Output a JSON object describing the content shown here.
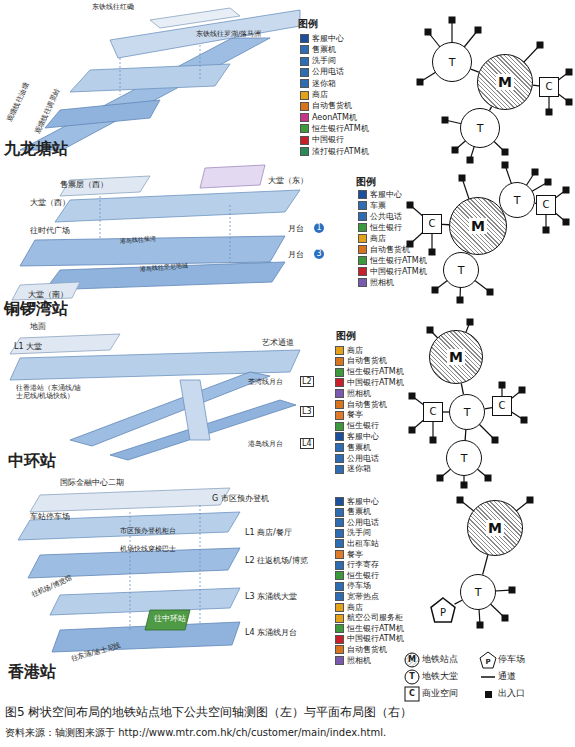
{
  "diagram": {
    "caption": "图5 树状空间布局的地铁站点地下公共空间轴测图（左）与平面布局图（右）",
    "nodes": [
      {
        "text": [
          "T"
        ]
      },
      {
        "text": [
          "M"
        ]
      },
      {
        "text": [
          "C"
        ]
      },
      {
        "text": [
          "T"
        ]
      },
      {
        "text": [
          "T"
        ]
      },
      {
        "text": [
          "C"
        ]
      },
      {
        "text": [
          "M"
        ]
      },
      {
        "text": [
          "C"
        ]
      },
      {
        "text": [
          "T"
        ]
      },
      {
        "text": [
          "M"
        ]
      },
      {
        "text": [
          "C"
        ]
      },
      {
        "text": [
          "T"
        ]
      },
      {
        "text": [
          "C"
        ]
      },
      {
        "text": [
          "T"
        ]
      },
      {
        "text": [
          "M"
        ]
      },
      {
        "text": [
          "T"
        ]
      },
      {
        "text": [
          "P"
        ]
      }
    ],
    "edges": [
      {
        "from": 0,
        "to": 1,
        "arrow": "none"
      },
      {
        "from": 1,
        "to": 3,
        "arrow": "none"
      },
      {
        "from": 1,
        "to": 2,
        "arrow": "none"
      },
      {
        "from": 6,
        "to": 4,
        "arrow": "none"
      },
      {
        "from": 4,
        "to": 7,
        "arrow": "none"
      },
      {
        "from": 5,
        "to": 6,
        "arrow": "none"
      },
      {
        "from": 6,
        "to": 8,
        "arrow": "none"
      },
      {
        "from": 9,
        "to": 11,
        "arrow": "none"
      },
      {
        "from": 10,
        "to": 11,
        "arrow": "none"
      },
      {
        "from": 11,
        "to": 12,
        "arrow": "none"
      },
      {
        "from": 11,
        "to": 13,
        "arrow": "none"
      },
      {
        "from": 14,
        "to": 15,
        "arrow": "none"
      },
      {
        "from": 15,
        "to": 16,
        "arrow": "none"
      }
    ],
    "labels": [
      "东铁线往红磡",
      "东铁线往罗湖/落马洲",
      "观塘线往油塘",
      "观塘线往调景岭",
      "图例",
      "九龙塘站",
      "售票层（西）",
      "大堂（西）",
      "往时代广场",
      "大堂（南）",
      "大堂（东）",
      "图例",
      "月台",
      "1",
      "月台",
      "3",
      "港岛线往柴湾",
      "港岛线往坚尼地城",
      "铜锣湾站",
      "地面",
      "L1 大堂",
      "艺术通道",
      "往香港站（东涌线/迪士尼线/机场快线）",
      "图例",
      "荃湾线月台",
      "L2",
      "L3",
      "港岛线月台",
      "L4",
      "中环站",
      "国际金融中心二期",
      "车站停车场",
      "G 市区预办登机",
      "市区预办登机柜台",
      "L1 商店/餐厅",
      "机场快线穿梭巴士",
      "L2 往返机场/博览",
      "L3 东涌线大堂",
      "L4 东涌线月台",
      "往机场/博览馆",
      "往中环站",
      "往东涌/迪士尼线",
      "香港站",
      "M",
      "T",
      "C",
      "P",
      "资料来源：轴测图来源于 http://www.mtr.com.hk/ch/customer/main/index.html."
    ],
    "legend": [
      {
        "text": "客服中心",
        "color": "#1b4f9c"
      },
      {
        "text": "售票机",
        "color": "#2e6db4"
      },
      {
        "text": "洗手间",
        "color": "#2e6db4"
      },
      {
        "text": "公用电话",
        "color": "#2e6db4"
      },
      {
        "text": "迷你箱",
        "color": "#2e6db4"
      },
      {
        "text": "商店",
        "color": "#e3a21a"
      },
      {
        "text": "自动售货机",
        "color": "#d8731e"
      },
      {
        "text": "AeonATM机",
        "color": "#c9348a"
      },
      {
        "text": "恒生银行ATM机",
        "color": "#3c9a3c"
      },
      {
        "text": "中国银行",
        "color": "#c8202a"
      },
      {
        "text": "渣打银行ATM机",
        "color": "#2a8a5a"
      },
      {
        "text": "客服中心",
        "color": "#1b4f9c"
      },
      {
        "text": "车票",
        "color": "#2e6db4"
      },
      {
        "text": "公共电话",
        "color": "#2e6db4"
      },
      {
        "text": "恒生银行",
        "color": "#3c9a3c"
      },
      {
        "text": "商店",
        "color": "#e3a21a"
      },
      {
        "text": "自动售货机",
        "color": "#d8731e"
      },
      {
        "text": "恒生银行ATM机",
        "color": "#3c9a3c"
      },
      {
        "text": "中国银行ATM机",
        "color": "#c8202a"
      },
      {
        "text": "照相机",
        "color": "#7a5ab0"
      },
      {
        "text": "商店",
        "color": "#e3a21a"
      },
      {
        "text": "自动售货机",
        "color": "#d8731e"
      },
      {
        "text": "恒生银行ATM机",
        "color": "#3c9a3c"
      },
      {
        "text": "中国银行ATM机",
        "color": "#c8202a"
      },
      {
        "text": "照相机",
        "color": "#7a5ab0"
      },
      {
        "text": "自动售货机",
        "color": "#d8731e"
      },
      {
        "text": "餐亭",
        "color": "#e07a2a"
      },
      {
        "text": "恒生银行",
        "color": "#3c9a3c"
      },
      {
        "text": "客服中心",
        "color": "#1b4f9c"
      },
      {
        "text": "售票机",
        "color": "#2e6db4"
      },
      {
        "text": "公用电话",
        "color": "#2e6db4"
      },
      {
        "text": "迷你箱",
        "color": "#2e6db4"
      },
      {
        "text": "客服中心",
        "color": "#1b4f9c"
      },
      {
        "text": "售票机",
        "color": "#2e6db4"
      },
      {
        "text": "公用电话",
        "color": "#2e6db4"
      },
      {
        "text": "洗手间",
        "color": "#2e6db4"
      },
      {
        "text": "出租车站",
        "color": "#2e6db4"
      },
      {
        "text": "餐亭",
        "color": "#e07a2a"
      },
      {
        "text": "行李寄存",
        "color": "#2e6db4"
      },
      {
        "text": "恒生银行",
        "color": "#3c9a3c"
      },
      {
        "text": "停车场",
        "color": "#2e6db4"
      },
      {
        "text": "宽带热点",
        "color": "#2e6db4"
      },
      {
        "text": "商店",
        "color": "#e3a21a"
      },
      {
        "text": "航空公司服务柜",
        "color": "#e3a21a"
      },
      {
        "text": "恒生银行ATM机",
        "color": "#3c9a3c"
      },
      {
        "text": "中国银行ATM机",
        "color": "#c8202a"
      },
      {
        "text": "自动售货机",
        "color": "#d8731e"
      },
      {
        "text": "照相机",
        "color": "#7a5ab0"
      },
      {
        "text": "地铁站点"
      },
      {
        "text": "地铁大堂"
      },
      {
        "text": "商业空间"
      },
      {
        "text": "停车场"
      },
      {
        "text": "通道"
      },
      {
        "text": "出入口"
      }
    ]
  }
}
